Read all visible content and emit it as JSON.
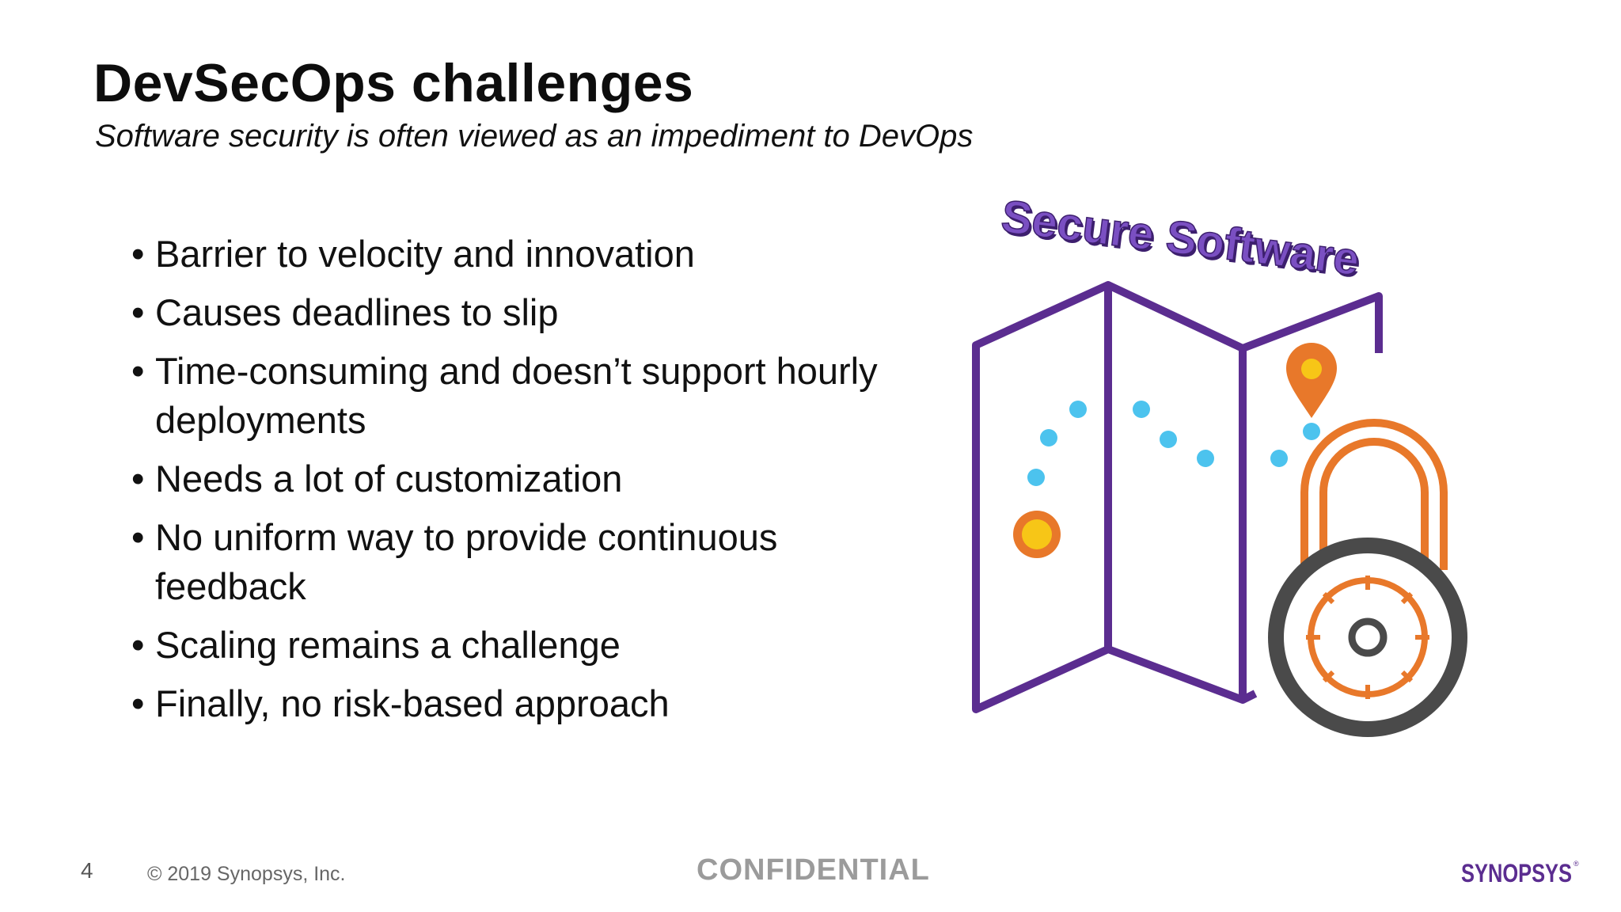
{
  "slide": {
    "title": "DevSecOps challenges",
    "subtitle": "Software security is often viewed as an impediment to DevOps",
    "bullets": [
      "Barrier to velocity and innovation",
      "Causes deadlines to slip",
      "Time-consuming and doesn’t support hourly deployments",
      "Needs a lot of customization",
      "No uniform way to provide continuous feedback",
      "Scaling remains a challenge",
      "Finally, no risk-based approach"
    ],
    "bullet_marker": "•"
  },
  "illustration": {
    "banner_text": "Secure Software",
    "icons": [
      "folded-map-icon",
      "location-pin-icon",
      "route-dots",
      "combination-padlock-icon"
    ],
    "colors": {
      "map_stroke": "#5b2d90",
      "route_dots": "#4cc3ee",
      "pin": "#e8782a",
      "pin_center": "#f7c617",
      "start_circle_outer": "#e8782a",
      "start_circle_inner": "#f7c617",
      "lock_shackle": "#e8782a",
      "lock_body": "#4a4a4a",
      "banner_fill": "#7a4fc2",
      "banner_shadow": "#3d1f6e"
    }
  },
  "footer": {
    "page_number": "4",
    "copyright": "© 2019 Synopsys, Inc.",
    "confidential": "CONFIDENTIAL",
    "logo_text": "SYNOPSYS",
    "logo_color": "#5b2d90"
  }
}
